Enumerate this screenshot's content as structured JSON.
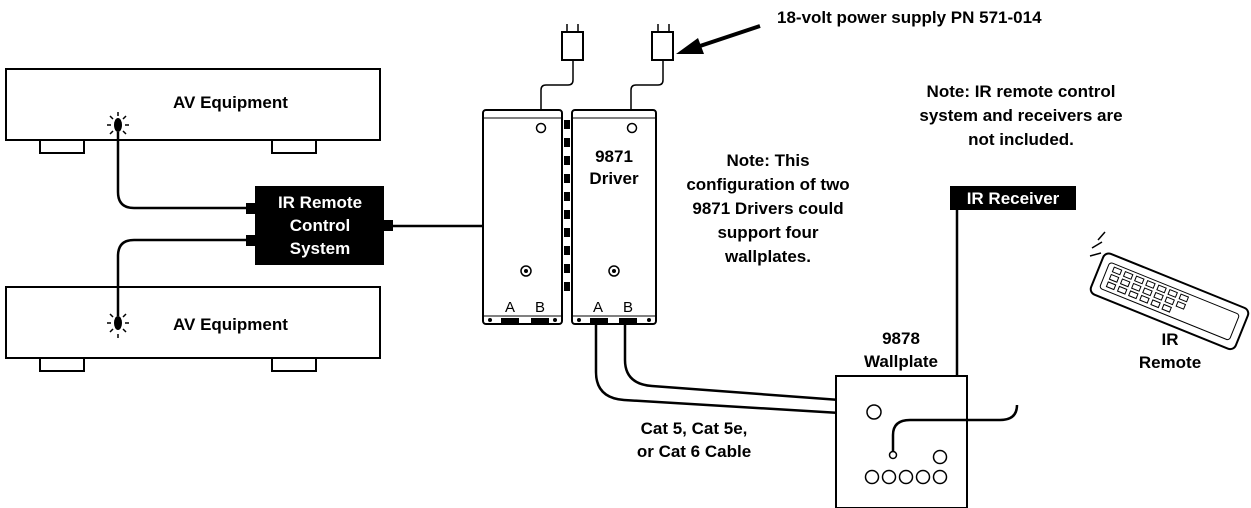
{
  "labels": {
    "power_supply": "18-volt power supply PN 571-014",
    "note_receivers": [
      "Note: IR remote control",
      "system and receivers are",
      "not included."
    ],
    "av_equipment_top": "AV Equipment",
    "av_equipment_bottom": "AV Equipment",
    "ir_remote_control_system": [
      "IR Remote",
      "Control",
      "System"
    ],
    "driver": [
      "9871",
      "Driver"
    ],
    "note_config": [
      "Note: This",
      "configuration of two",
      "9871 Drivers could",
      "support four",
      "wallplates."
    ],
    "ir_receiver": "IR Receiver",
    "ir_remote": [
      "IR",
      "Remote"
    ],
    "wallplate": [
      "9878",
      "Wallplate"
    ],
    "cable": [
      "Cat 5, Cat 5e,",
      "or Cat 6 Cable"
    ],
    "port_a": "A",
    "port_b": "B"
  }
}
